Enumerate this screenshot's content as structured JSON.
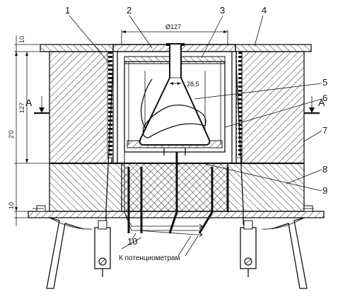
{
  "labels": {
    "n1": "1",
    "n2": "2",
    "n3": "3",
    "n4": "4",
    "n5": "5",
    "n6": "6",
    "n7": "7",
    "n8": "8",
    "n9": "9",
    "n10": "10"
  },
  "dimensions": {
    "diameter": "Ø127",
    "neck": "28,5",
    "height_top": "10",
    "height_mid": "127",
    "height_total": "2'0",
    "height_bottom": "10"
  },
  "section": {
    "left": "A",
    "right": "A"
  },
  "note": "К потенциометрам"
}
